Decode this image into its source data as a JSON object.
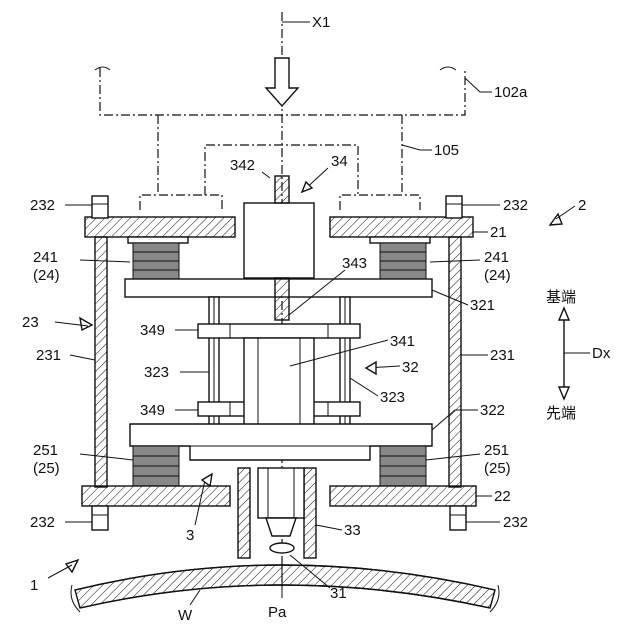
{
  "labels": {
    "x1": "X1",
    "l102a": "102a",
    "l105": "105",
    "l34": "34",
    "l342": "342",
    "l2": "2",
    "l232_tl": "232",
    "l232_tr": "232",
    "l232_bl": "232",
    "l232_br": "232",
    "l21": "21",
    "l241_l": "241",
    "l24_l": "(24)",
    "l241_r": "241",
    "l24_r": "(24)",
    "l343": "343",
    "l321": "321",
    "l23": "23",
    "l349_a": "349",
    "l349_b": "349",
    "l341": "341",
    "l32": "32",
    "l323_l": "323",
    "l323_r": "323",
    "l231_l": "231",
    "l231_r": "231",
    "l322": "322",
    "l251_l": "251",
    "l25_l": "(25)",
    "l251_r": "251",
    "l25_r": "(25)",
    "l22": "22",
    "l3": "3",
    "l33": "33",
    "l1": "1",
    "lW": "W",
    "lPa": "Pa",
    "l31": "31",
    "base_end": "基端",
    "tip_end": "先端",
    "dx": "Dx"
  }
}
